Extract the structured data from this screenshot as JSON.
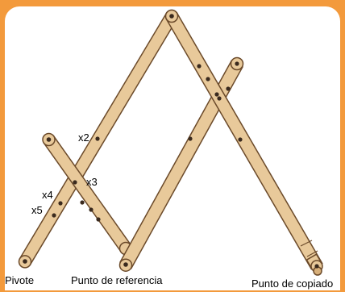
{
  "labels": {
    "x2": "x2",
    "x3": "x3",
    "x4": "x4",
    "x5": "x5",
    "pivot": "Pivote",
    "reference": "Punto de referencia",
    "copy": "Punto de copiado"
  },
  "colors": {
    "frame": "#f39a3c",
    "wood": "#e8c99a",
    "wood_edge": "#6b4a2a",
    "hole": "#3a2a1e"
  }
}
